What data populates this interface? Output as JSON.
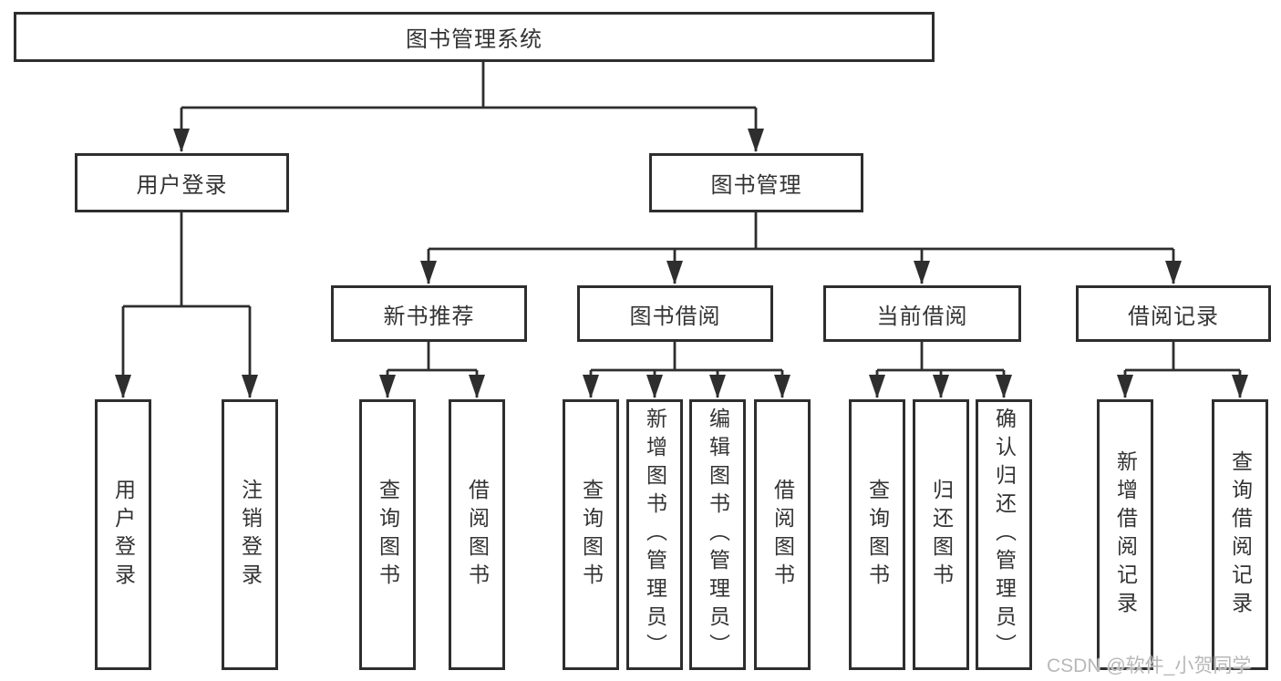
{
  "diagram_title": "图书管理系统",
  "tree": {
    "root": {
      "label": "图书管理系统",
      "children": [
        {
          "label": "用户登录",
          "children": [
            {
              "label": "用户登录"
            },
            {
              "label": "注销登录"
            }
          ]
        },
        {
          "label": "图书管理",
          "children": [
            {
              "label": "新书推荐",
              "children": [
                {
                  "label": "查询图书"
                },
                {
                  "label": "借阅图书"
                }
              ]
            },
            {
              "label": "图书借阅",
              "children": [
                {
                  "label": "查询图书"
                },
                {
                  "label": "新增图书（管理员）"
                },
                {
                  "label": "编辑图书（管理员）"
                },
                {
                  "label": "借阅图书"
                }
              ]
            },
            {
              "label": "当前借阅",
              "children": [
                {
                  "label": "查询图书"
                },
                {
                  "label": "归还图书"
                },
                {
                  "label": "确认归还（管理员）"
                }
              ]
            },
            {
              "label": "借阅记录",
              "children": [
                {
                  "label": "新增借阅记录"
                },
                {
                  "label": "查询借阅记录"
                }
              ]
            }
          ]
        }
      ]
    }
  },
  "watermark": "CSDN @软件_小贺同学",
  "colors": {
    "line": "#2e2e2e",
    "box_border": "#2e2e2e",
    "text": "#333333",
    "watermark": "#b8b8b8",
    "background": "#ffffff"
  }
}
